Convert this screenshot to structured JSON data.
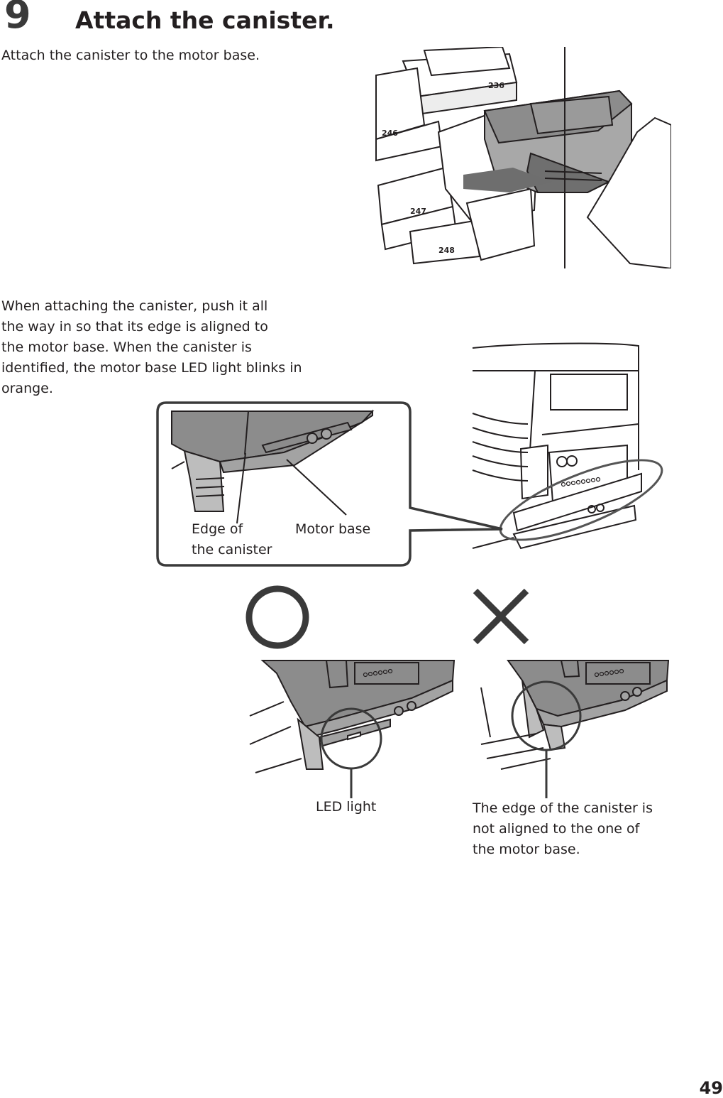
{
  "step": {
    "number": "9",
    "title": "Attach the canister.",
    "intro": "Attach the canister to the motor base."
  },
  "note": {
    "line1": "When attaching the canister, push it all",
    "line2": "the way in so that its edge is aligned to",
    "line3": "the motor base. When the canister is",
    "line4": "identified, the motor base LED light blinks in",
    "line5": "orange."
  },
  "illustration1": {
    "tags": [
      "236",
      "246",
      "247",
      "248"
    ]
  },
  "callout": {
    "edge_label_line1": "Edge of",
    "edge_label_line2": "the canister",
    "motor_base_label": "Motor base"
  },
  "comparison": {
    "correct_symbol": "circle-icon",
    "wrong_symbol": "cross-icon",
    "led_label": "LED light",
    "wrong_label_line1": "The edge of the canister is",
    "wrong_label_line2": "not aligned to the one of",
    "wrong_label_line3": "the motor base."
  },
  "page_number": "49",
  "colors": {
    "text": "#231f20",
    "gray_fill": "#8c8c8c",
    "dark_gray": "#6e6e6e",
    "light_gray": "#bdbdbd"
  }
}
